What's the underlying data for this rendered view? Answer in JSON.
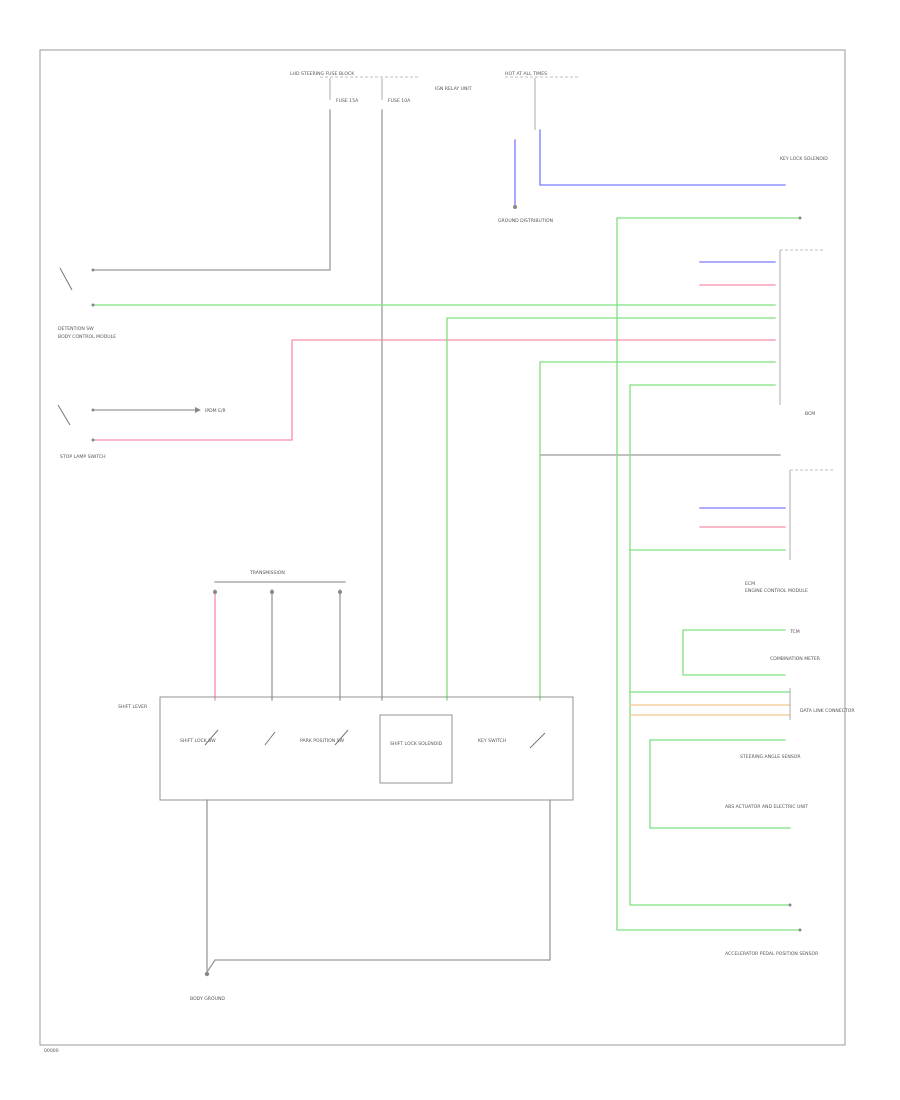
{
  "labels": {
    "fuse_box_a": "LHD STEERING FUSE BLOCK",
    "fuse_box_b": "HOT AT ALL TIMES",
    "fuse_a_desc": "FUSE 15A",
    "fuse_b_desc": "FUSE 10A",
    "fuse_info": "IGN RELAY UNIT",
    "ground_a": "GROUND DISTRIBUTION",
    "ground_b": "BODY GROUND",
    "stop_lamp_sw": "STOP LAMP SWITCH",
    "ipdm": "IPDM E/R",
    "bcm": "BCM",
    "bcm_sub": "BODY CONTROL MODULE",
    "transmission": "TRANSMISSION",
    "main_module": "SHIFT LEVER",
    "shift_lock_sw": "SHIFT LOCK SW",
    "park_pos_sw": "PARK POSITION SW",
    "shift_lock_sol": "SHIFT LOCK SOLENOID",
    "detention_sw": "DETENTION SW",
    "key_sw": "KEY SWITCH",
    "key_lock_sol": "KEY LOCK SOLENOID",
    "ecm": "ECM",
    "ecm_sub": "ENGINE CONTROL MODULE",
    "tcm": "TCM",
    "combo_meter": "COMBINATION METER",
    "abs": "ABS ACTUATOR AND ELECTRIC UNIT",
    "dlc": "DATA LINK CONNECTOR",
    "steering_angle": "STEERING ANGLE SENSOR",
    "accel_sensor": "ACCELERATOR PEDAL POSITION SENSOR",
    "footer_code": "00000"
  }
}
